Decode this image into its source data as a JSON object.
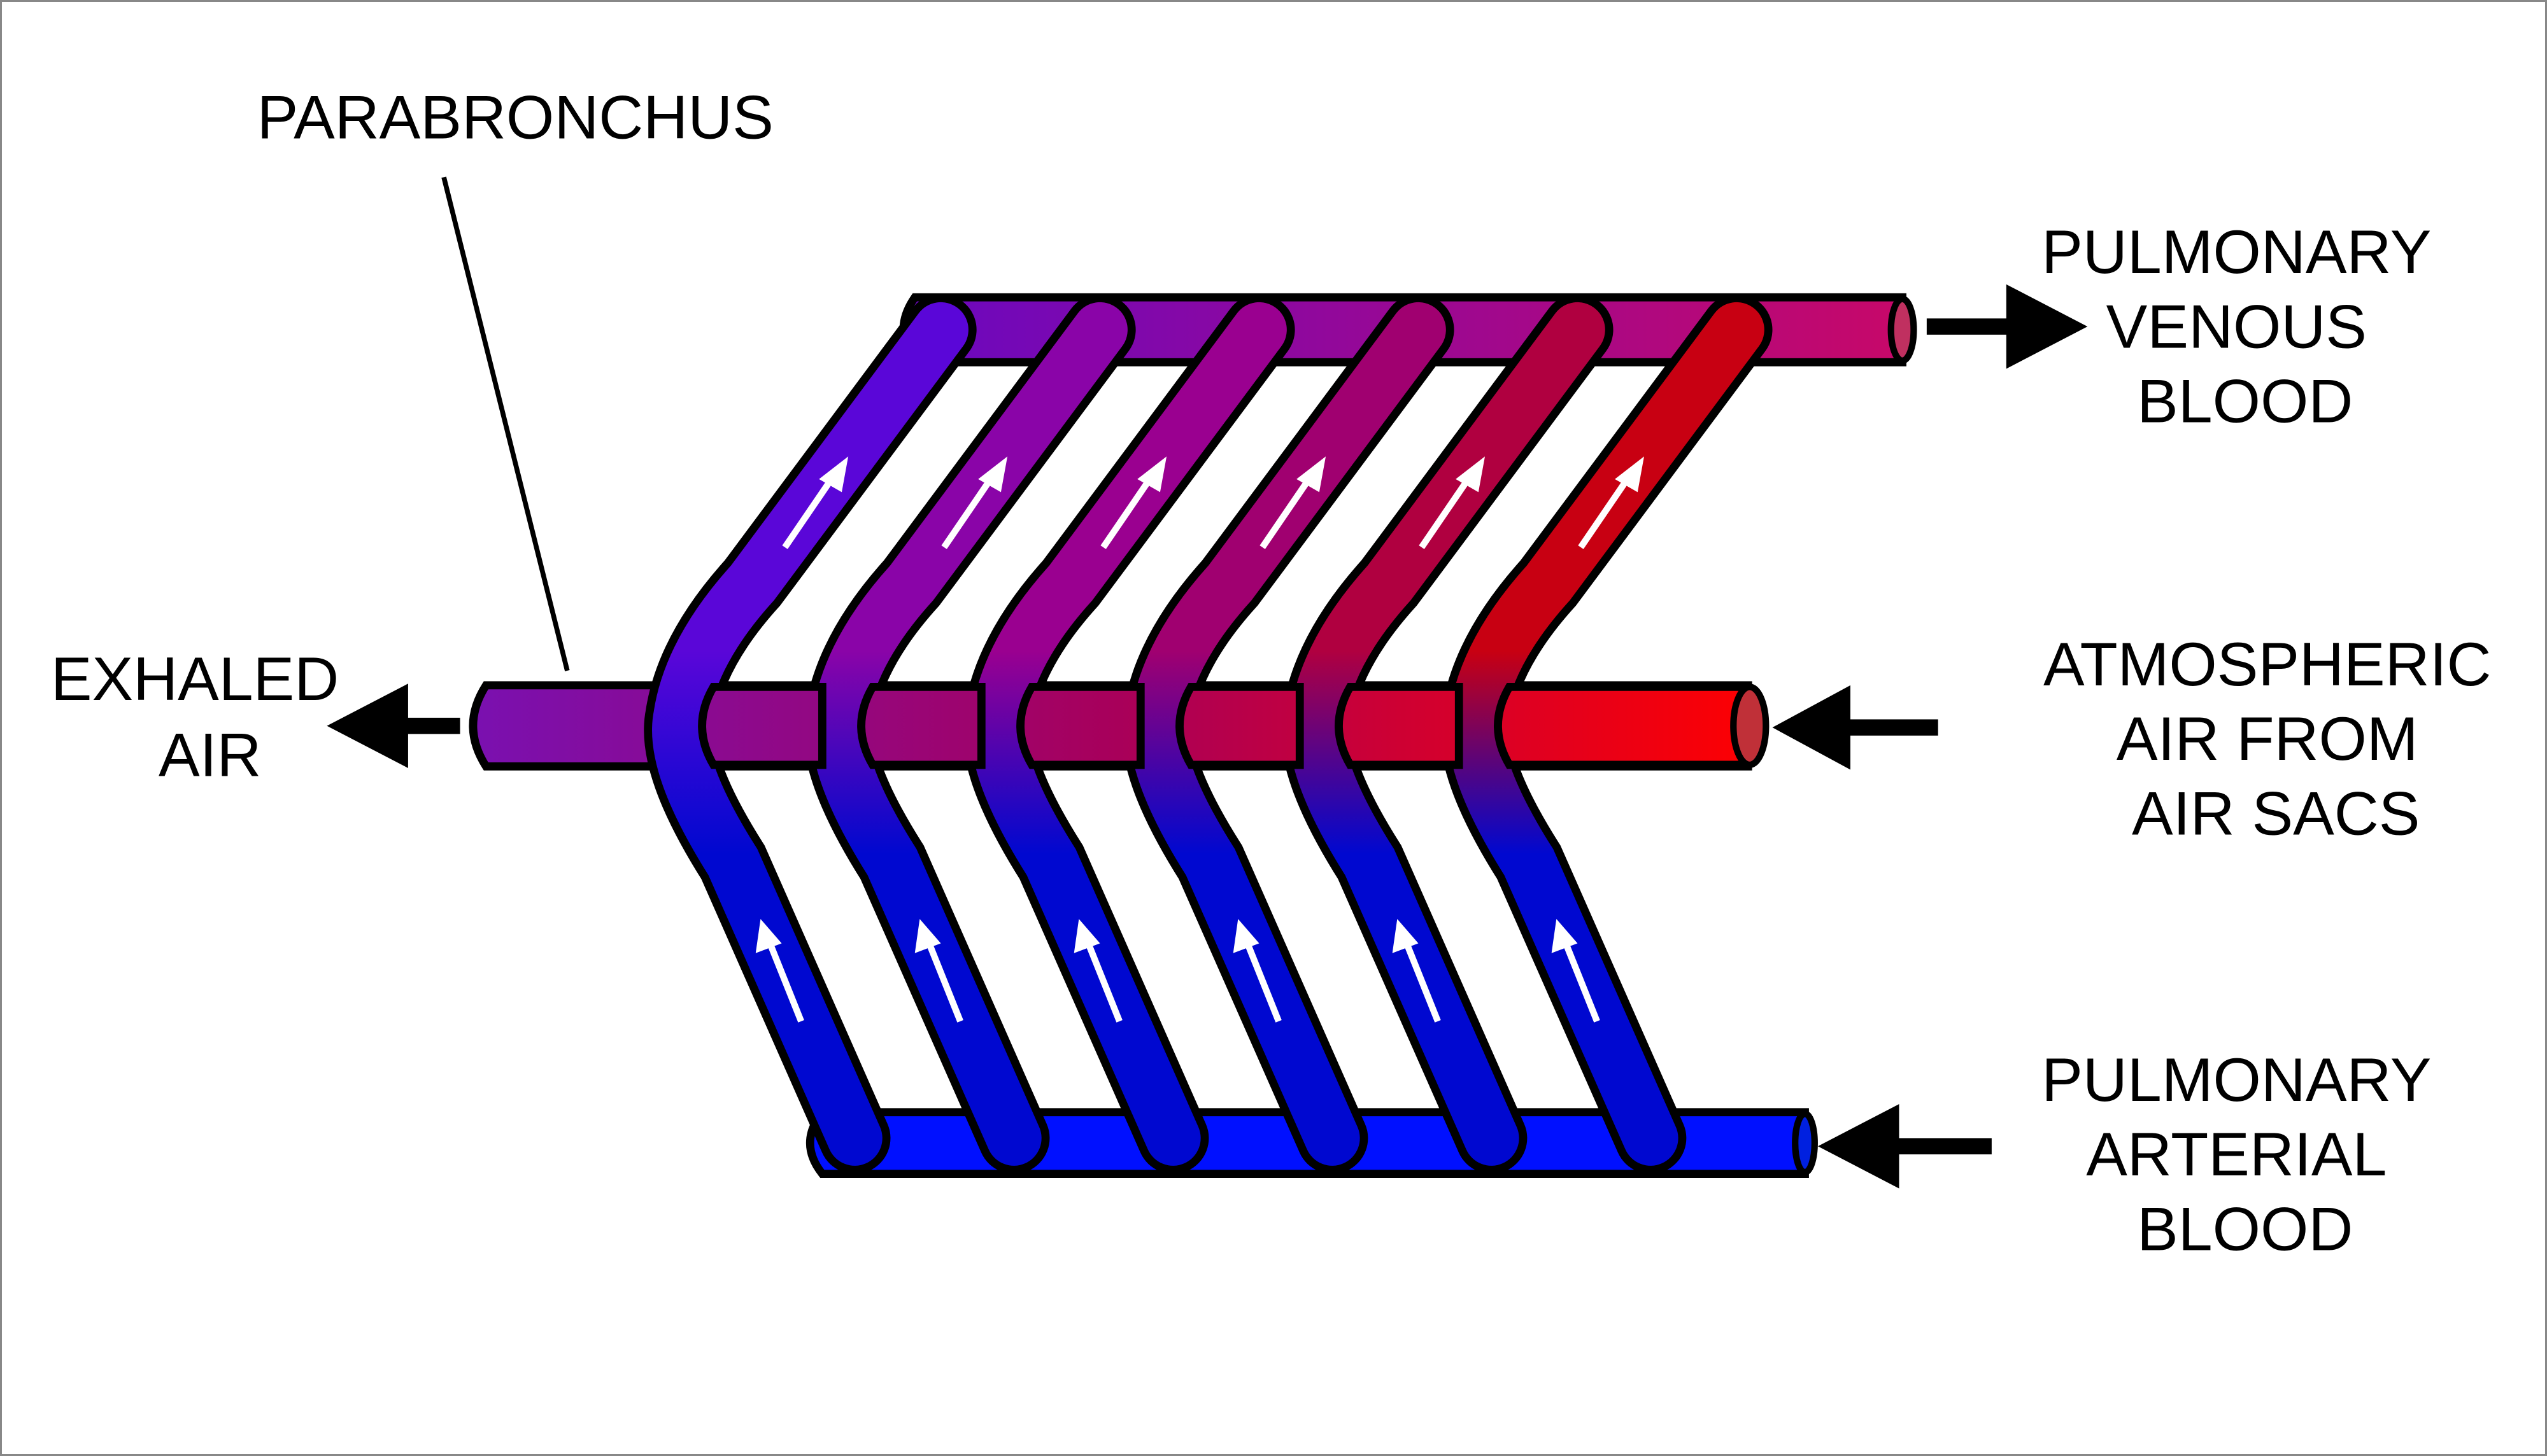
{
  "labels": {
    "parabronchus": "PARABRONCHUS",
    "exhaled": [
      "EXHALED",
      "AIR"
    ],
    "venous": [
      "PULMONARY",
      "VENOUS",
      "BLOOD"
    ],
    "atmospheric": [
      "ATMOSPHERIC",
      "AIR FROM",
      "AIR SACS"
    ],
    "arterial": [
      "PULMONARY",
      "ARTERIAL",
      "BLOOD"
    ]
  },
  "colors": {
    "arterial_blue": "#0010ff",
    "capillary_bottom_blue": "#0008d0",
    "capillary_tops": [
      "#5a06d8",
      "#8a04a8",
      "#9a0090",
      "#a00070",
      "#b00040",
      "#c80012"
    ],
    "venous_start": "#6a08c0",
    "venous_end": "#c80868",
    "air_start": "#7a10b0",
    "air_end": "#ff0000"
  }
}
